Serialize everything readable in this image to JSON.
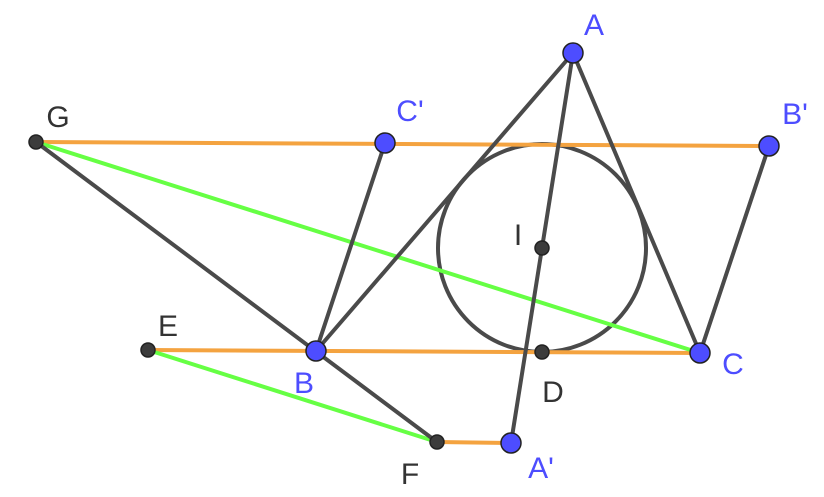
{
  "colors": {
    "orange": "#f4a340",
    "green": "#66ff44",
    "dark": "#4a4a4a",
    "blue_point": "#4d4dff",
    "black_point": "#3c3c3c",
    "label_blue": "#4d4dff",
    "label_black": "#333333"
  },
  "points": [
    {
      "id": "A",
      "label": "A",
      "style": "blue"
    },
    {
      "id": "B",
      "label": "B",
      "style": "blue"
    },
    {
      "id": "C",
      "label": "C",
      "style": "blue"
    },
    {
      "id": "Ap",
      "label": "A'",
      "style": "blue"
    },
    {
      "id": "Bp",
      "label": "B'",
      "style": "blue"
    },
    {
      "id": "Cp",
      "label": "C'",
      "style": "blue"
    },
    {
      "id": "D",
      "label": "D",
      "style": "black"
    },
    {
      "id": "E",
      "label": "E",
      "style": "black"
    },
    {
      "id": "F",
      "label": "F",
      "style": "black"
    },
    {
      "id": "G",
      "label": "G",
      "style": "black"
    },
    {
      "id": "I",
      "label": "I",
      "style": "black"
    }
  ],
  "segments": [
    {
      "name": "segment-g-bprime",
      "from": "G",
      "to": "Bp",
      "color": "orange"
    },
    {
      "name": "segment-e-c",
      "from": "E",
      "to": "C",
      "color": "orange"
    },
    {
      "name": "segment-f-aprime",
      "from": "F",
      "to": "Ap",
      "color": "orange"
    },
    {
      "name": "segment-g-c",
      "from": "G",
      "to": "C",
      "color": "green"
    },
    {
      "name": "segment-e-f",
      "from": "E",
      "to": "F",
      "color": "green"
    },
    {
      "name": "segment-a-b",
      "from": "A",
      "to": "B",
      "color": "dark"
    },
    {
      "name": "segment-a-c",
      "from": "A",
      "to": "C",
      "color": "dark"
    },
    {
      "name": "segment-a-aprime",
      "from": "A",
      "to": "Ap",
      "color": "dark"
    },
    {
      "name": "segment-g-f",
      "from": "G",
      "to": "F",
      "color": "dark"
    },
    {
      "name": "segment-b-cprime",
      "from": "B",
      "to": "Cp",
      "color": "dark"
    },
    {
      "name": "segment-c-bprime",
      "from": "C",
      "to": "Bp",
      "color": "dark"
    }
  ],
  "circles": [
    {
      "name": "incircle",
      "center": "I",
      "color": "dark"
    }
  ]
}
